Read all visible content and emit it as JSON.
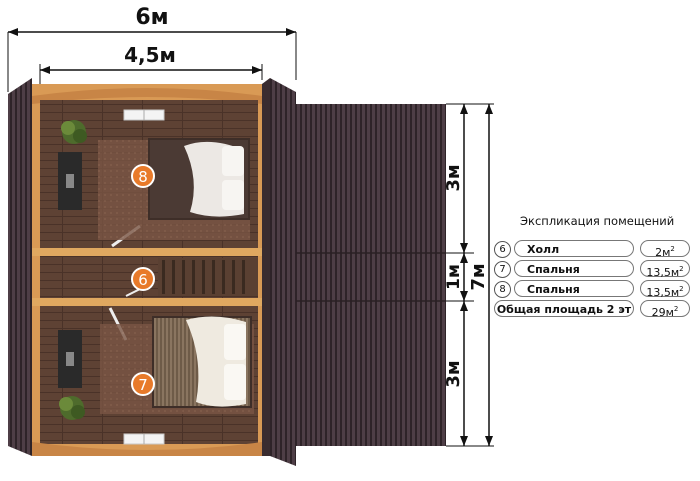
{
  "dimensions": {
    "total_width": "6м",
    "inner_width": "4,5м",
    "section_top": "3м",
    "section_mid": "1м",
    "section_bottom": "3м",
    "total_depth": "7м"
  },
  "room_markers": [
    {
      "number": "8"
    },
    {
      "number": "6"
    },
    {
      "number": "7"
    }
  ],
  "legend": {
    "title": "Экспликация помещений",
    "unit": "2",
    "rows": [
      {
        "num": "6",
        "name": "Холл",
        "area": "2м"
      },
      {
        "num": "7",
        "name": "Спальня",
        "area": "13,5м"
      },
      {
        "num": "8",
        "name": "Спальня",
        "area": "13,5м"
      }
    ],
    "total_label": "Общая площадь 2 эт",
    "total_area": "29м"
  },
  "colors": {
    "floor": "#6b4a3a",
    "wood": "#e0a860",
    "roof": "#4a3a40",
    "marker": "#e87a2a"
  }
}
